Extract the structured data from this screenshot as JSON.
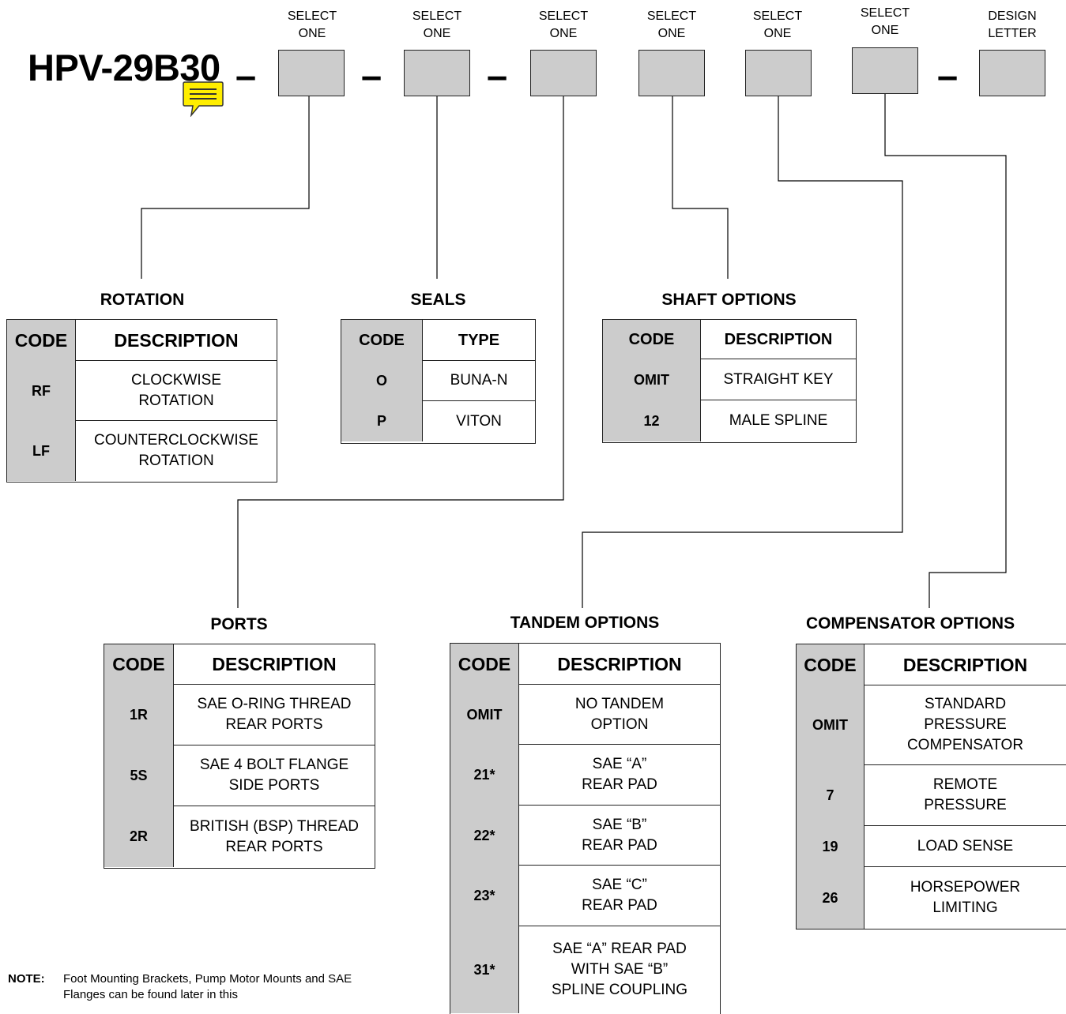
{
  "header": {
    "model_code": "HPV-29B30",
    "separator": "–",
    "slots": [
      {
        "label": "SELECT\nONE"
      },
      {
        "label": "SELECT\nONE"
      },
      {
        "label": "SELECT\nONE"
      },
      {
        "label": "SELECT\nONE"
      },
      {
        "label": "SELECT\nONE"
      },
      {
        "label": "SELECT\nONE"
      },
      {
        "label": "DESIGN\nLETTER"
      }
    ]
  },
  "tables": {
    "rotation": {
      "title": "ROTATION",
      "headers": [
        "CODE",
        "DESCRIPTION"
      ],
      "rows": [
        {
          "code": "RF",
          "desc": "CLOCKWISE\nROTATION"
        },
        {
          "code": "LF",
          "desc": "COUNTERCLOCKWISE\nROTATION"
        }
      ]
    },
    "seals": {
      "title": "SEALS",
      "headers": [
        "CODE",
        "TYPE"
      ],
      "rows": [
        {
          "code": "O",
          "desc": "BUNA-N"
        },
        {
          "code": "P",
          "desc": "VITON"
        }
      ]
    },
    "shaft": {
      "title": "SHAFT OPTIONS",
      "headers": [
        "CODE",
        "DESCRIPTION"
      ],
      "rows": [
        {
          "code": "OMIT",
          "desc": "STRAIGHT KEY"
        },
        {
          "code": "12",
          "desc": "MALE SPLINE"
        }
      ]
    },
    "ports": {
      "title": "PORTS",
      "headers": [
        "CODE",
        "DESCRIPTION"
      ],
      "rows": [
        {
          "code": "1R",
          "desc": "SAE O-RING THREAD\nREAR PORTS"
        },
        {
          "code": "5S",
          "desc": "SAE 4 BOLT FLANGE\nSIDE PORTS"
        },
        {
          "code": "2R",
          "desc": "BRITISH (BSP) THREAD\nREAR PORTS"
        }
      ]
    },
    "tandem": {
      "title": "TANDEM OPTIONS",
      "headers": [
        "CODE",
        "DESCRIPTION"
      ],
      "rows": [
        {
          "code": "OMIT",
          "desc": "NO TANDEM\nOPTION"
        },
        {
          "code": "21*",
          "desc": "SAE “A”\nREAR PAD"
        },
        {
          "code": "22*",
          "desc": "SAE “B”\nREAR PAD"
        },
        {
          "code": "23*",
          "desc": "SAE “C”\nREAR PAD"
        },
        {
          "code": "31*",
          "desc": "SAE “A” REAR PAD\nWITH SAE “B”\nSPLINE COUPLING"
        }
      ]
    },
    "compensator": {
      "title": "COMPENSATOR OPTIONS",
      "headers": [
        "CODE",
        "DESCRIPTION"
      ],
      "rows": [
        {
          "code": "OMIT",
          "desc": "STANDARD\nPRESSURE\nCOMPENSATOR"
        },
        {
          "code": "7",
          "desc": "REMOTE\nPRESSURE"
        },
        {
          "code": "19",
          "desc": "LOAD SENSE"
        },
        {
          "code": "26",
          "desc": "HORSEPOWER\nLIMITING"
        }
      ]
    }
  },
  "note": {
    "label": "NOTE:",
    "text": "Foot Mounting Brackets, Pump Motor Mounts and SAE Flanges can be found later in this"
  },
  "colors": {
    "box_fill": "#cccccc",
    "note_icon": "#ffee00"
  },
  "icons": {
    "note_icon": "comment-note-icon"
  }
}
